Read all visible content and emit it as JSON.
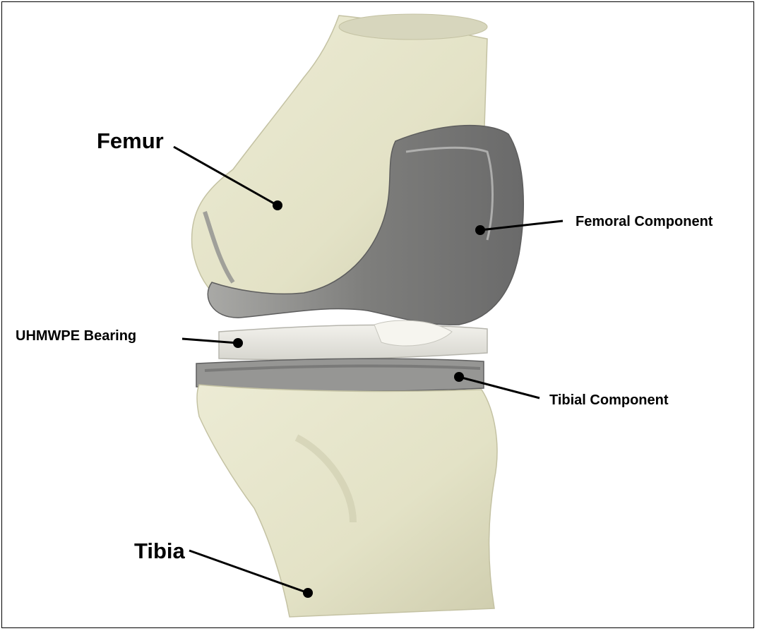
{
  "labels": {
    "femur": "Femur",
    "femoral_component": "Femoral Component",
    "bearing": "UHMWPE Bearing",
    "tibial_component": "Tibial Component",
    "tibia": "Tibia"
  },
  "colors": {
    "bone": "#e6e5cc",
    "bone_shadow": "#c9c7a8",
    "metal": "#8a8a8a",
    "metal_dark": "#6e6e6e",
    "metal_light": "#b3b3b1",
    "bearing": "#e8e7e2",
    "leader": "#000000"
  }
}
